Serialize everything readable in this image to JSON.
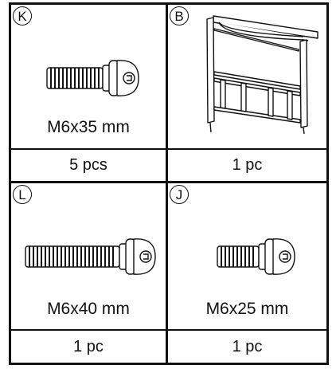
{
  "parts": [
    {
      "id": "K",
      "size": "M6x35 mm",
      "quantity": "5 pcs",
      "icon": "bolt-icon"
    },
    {
      "id": "B",
      "size": "",
      "quantity": "1 pc",
      "icon": "headboard-panel-icon"
    },
    {
      "id": "L",
      "size": "M6x40 mm",
      "quantity": "1 pc",
      "icon": "bolt-icon"
    },
    {
      "id": "J",
      "size": "M6x25 mm",
      "quantity": "1 pc",
      "icon": "bolt-icon"
    }
  ]
}
